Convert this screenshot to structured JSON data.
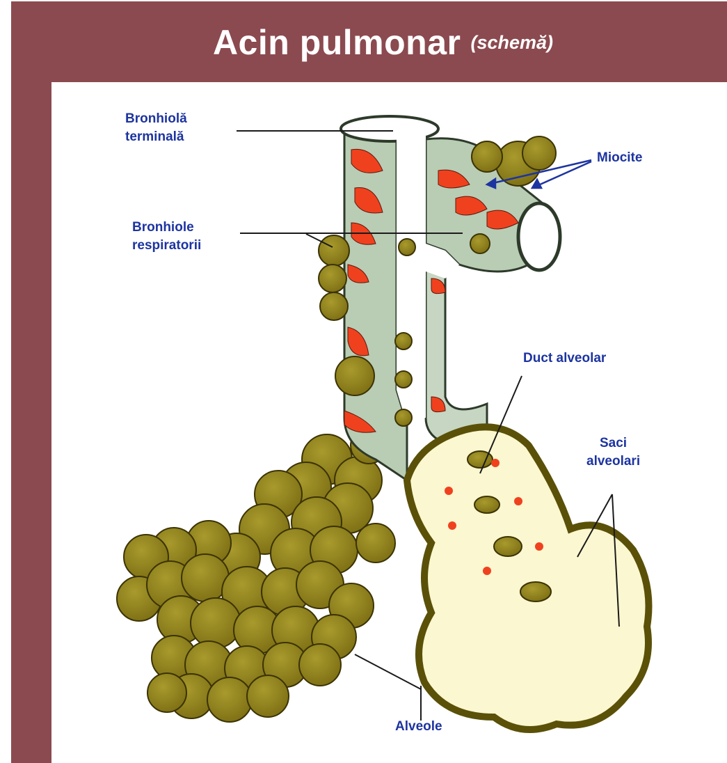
{
  "title": "Acin pulmonar",
  "subtitle": "(schemă)",
  "labels": {
    "bronhiola_terminala": [
      "Bronhiolă",
      "terminală"
    ],
    "bronhiole_respiratorii": [
      "Bronhiole",
      "respiratorii"
    ],
    "miocite": "Miocite",
    "duct_alveolar": "Duct alveolar",
    "saci_alveolari": [
      "Saci",
      "alveolari"
    ],
    "alveole": "Alveole"
  },
  "colors": {
    "frame": "#8b4a4f",
    "label_text": "#1d34a0",
    "bronchiole_wall": "#b9ccb4",
    "muscle": "#f0411f",
    "alveolus": "#8e7f1c",
    "alveolar_lumen": "#fbf7d0"
  }
}
